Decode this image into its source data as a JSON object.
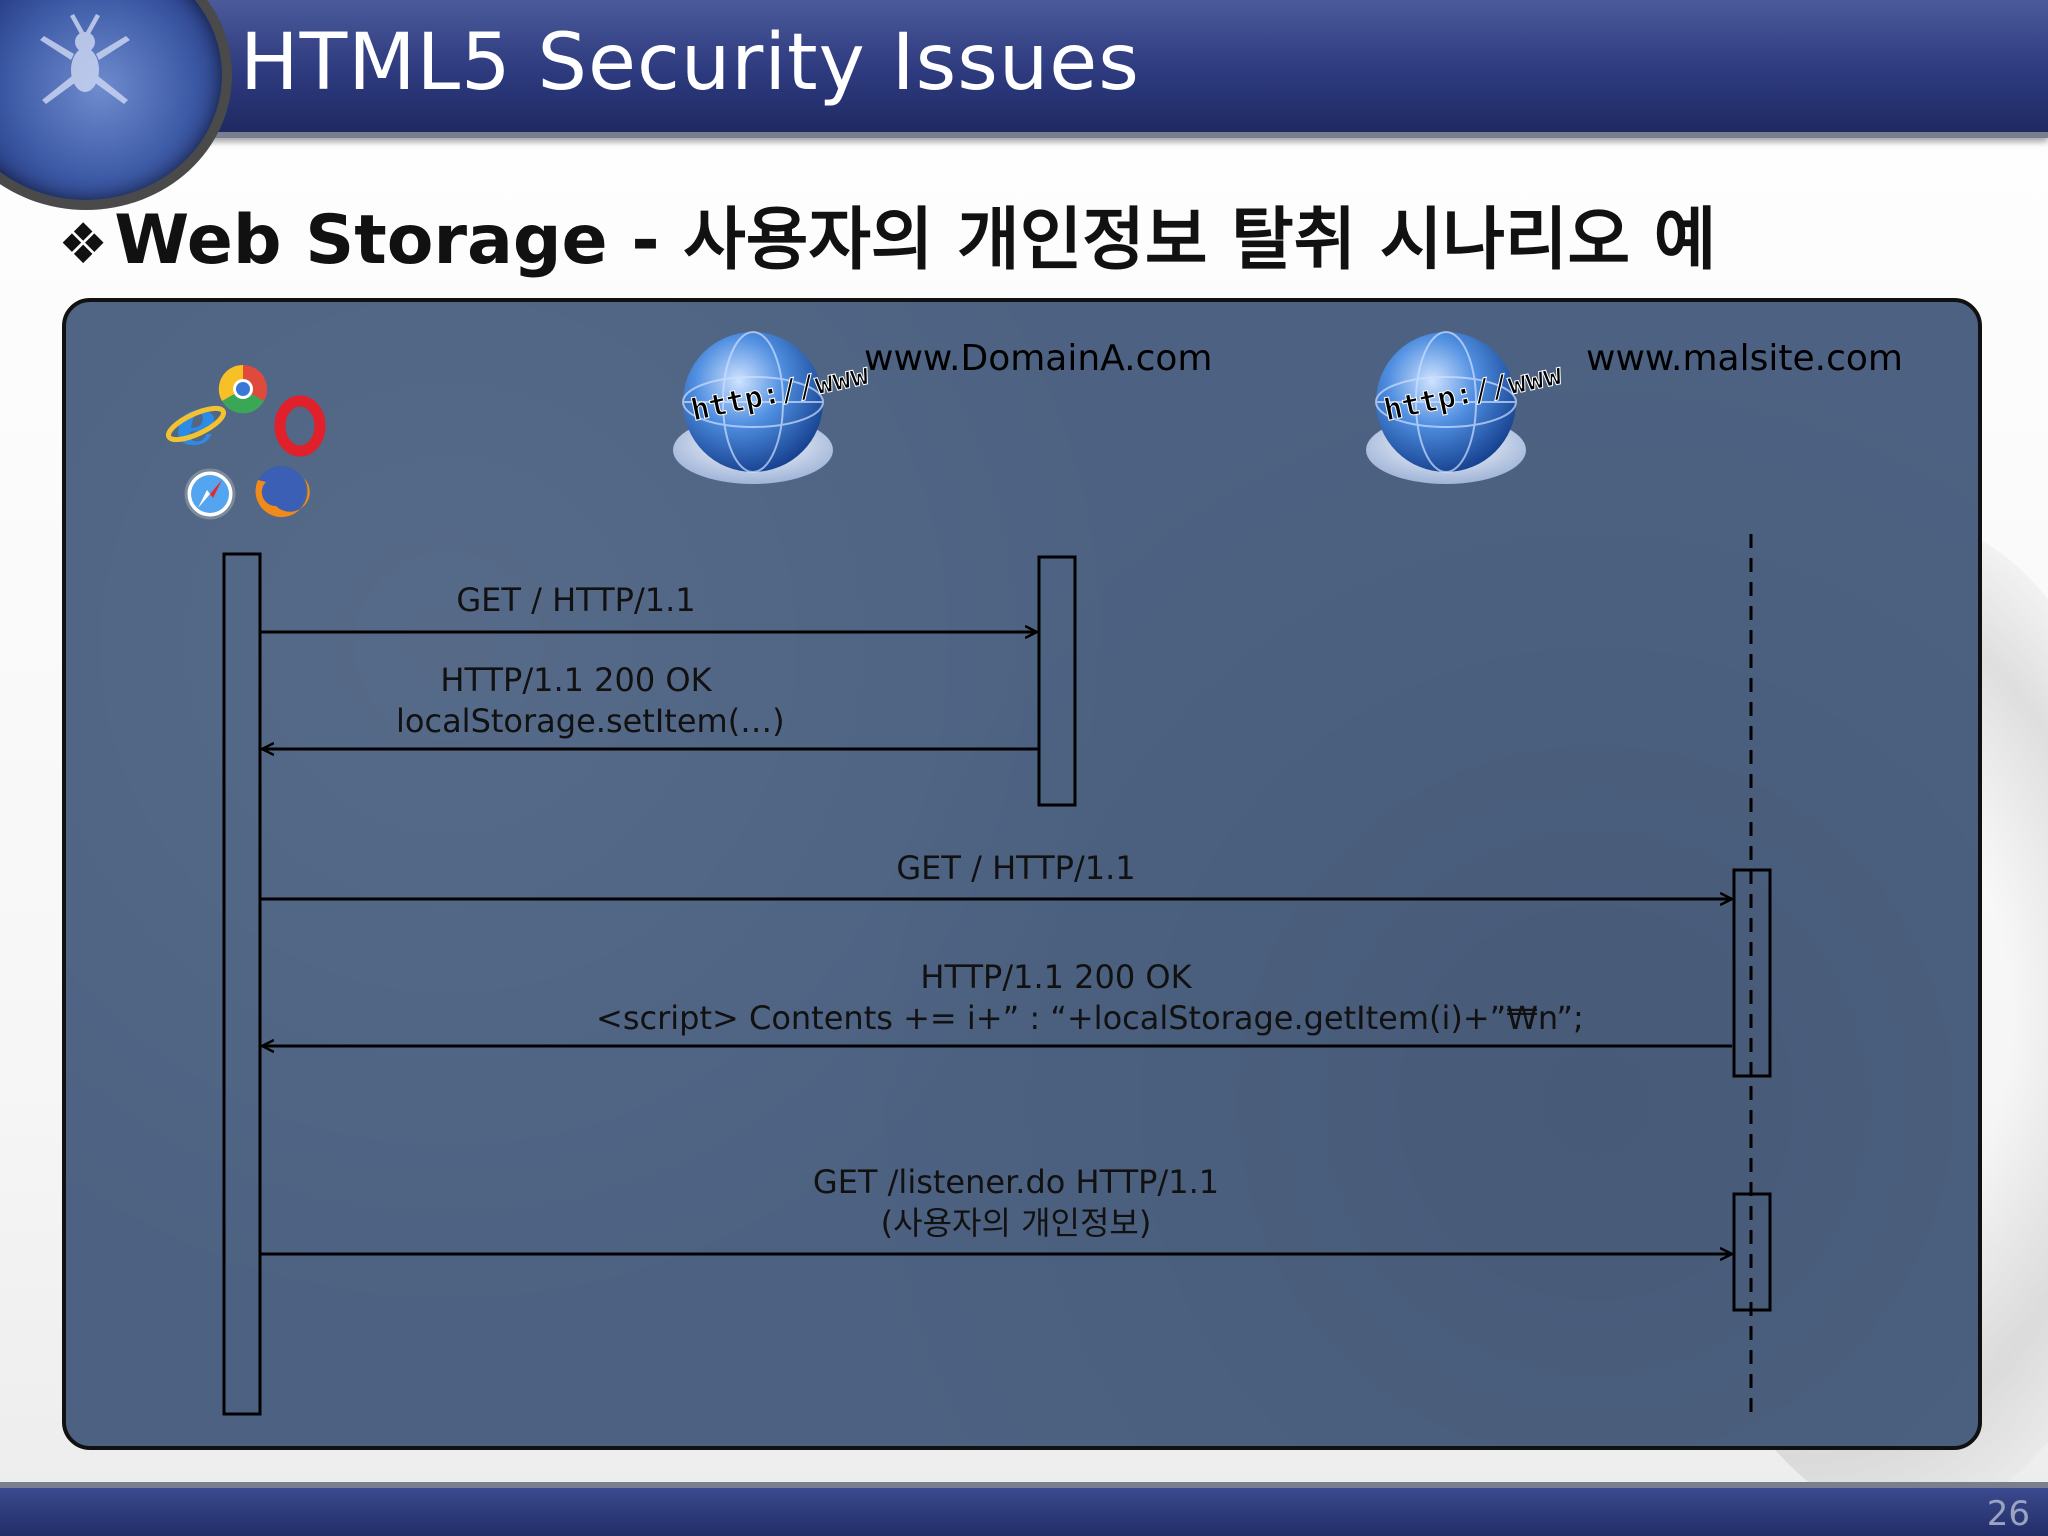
{
  "slide": {
    "title": "HTML5 Security Issues",
    "subtitle_bullet": "❖",
    "subtitle": "Web Storage - 사용자의 개인정보 탈취 시나리오 예",
    "page_number": "26"
  },
  "diagram": {
    "participants": [
      {
        "id": "browser",
        "icon": "browser-icons"
      },
      {
        "id": "domainA",
        "label": "www.DomainA.com",
        "icon": "globe-icon",
        "globe_text": "http://www"
      },
      {
        "id": "malsite",
        "label": "www.malsite.com",
        "icon": "globe-icon",
        "globe_text": "http://www"
      }
    ],
    "messages": [
      {
        "from": "browser",
        "to": "domainA",
        "lines": [
          "GET / HTTP/1.1"
        ]
      },
      {
        "from": "domainA",
        "to": "browser",
        "lines": [
          "HTTP/1.1 200 OK",
          "localStorage.setItem(…)"
        ]
      },
      {
        "from": "browser",
        "to": "malsite",
        "lines": [
          "GET / HTTP/1.1"
        ]
      },
      {
        "from": "malsite",
        "to": "browser",
        "lines": [
          "HTTP/1.1 200 OK",
          "<script> Contents += i+” : “+localStorage.getItem(i)+”₩n”;"
        ]
      },
      {
        "from": "browser",
        "to": "malsite",
        "lines": [
          "GET /listener.do HTTP/1.1",
          "(사용자의 개인정보)"
        ]
      }
    ]
  },
  "colors": {
    "header": "#2d3a7e",
    "panel": "#4d6282",
    "line": "#000000"
  }
}
